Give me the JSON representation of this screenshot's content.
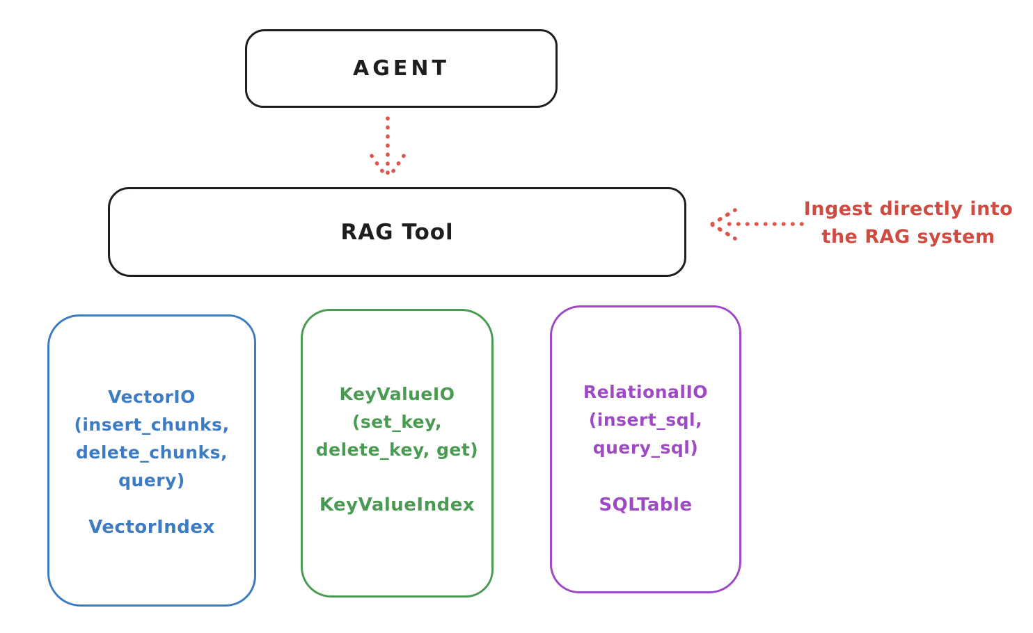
{
  "canvas": {
    "background": "#ffffff",
    "ink_color": "#1e1e1e"
  },
  "nodes": {
    "agent": {
      "label": "AGENT",
      "stroke": "#1e1e1e"
    },
    "rag_tool": {
      "label": "RAG Tool",
      "stroke": "#1e1e1e"
    },
    "vector_io": {
      "color": "#3d7bc2",
      "title_lines": [
        "VectorIO",
        "(insert_chunks,",
        "delete_chunks,",
        "query)"
      ],
      "index_label": "VectorIndex"
    },
    "key_value_io": {
      "color": "#4a9b52",
      "title_lines": [
        "KeyValueIO",
        "(set_key,",
        "delete_key, get)"
      ],
      "index_label": "KeyValueIndex"
    },
    "relational_io": {
      "color": "#9d4ac4",
      "title_lines": [
        "RelationalIO",
        "(insert_sql,",
        "query_sql)"
      ],
      "index_label": "SQLTable"
    }
  },
  "annotation": {
    "color": "#cf4a40",
    "lines": [
      "Ingest directly into",
      "the RAG system"
    ]
  },
  "arrows": {
    "agent_to_rag_tool": {
      "color": "#dd544b",
      "style": "dotted",
      "direction": "down"
    },
    "annotation_to_rag_tool": {
      "color": "#dd544b",
      "style": "dotted",
      "direction": "left"
    }
  }
}
